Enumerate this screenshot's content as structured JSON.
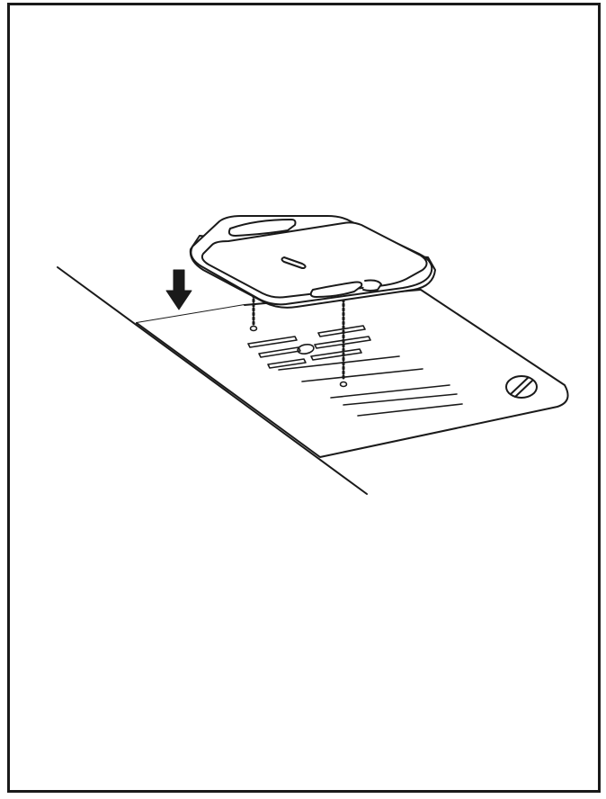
{
  "figure": {
    "kind": "instruction-illustration",
    "subject": "attachment-plate-mounting",
    "colors": {
      "line": "#1a1a1a",
      "fill": "#ffffff",
      "arrow": "#1a1a1a",
      "frame": "#1a1a1a"
    },
    "icons": {
      "arrow": "down-arrow-icon",
      "screw": "screw-icon"
    },
    "guide_count": 2,
    "text_labels": []
  }
}
